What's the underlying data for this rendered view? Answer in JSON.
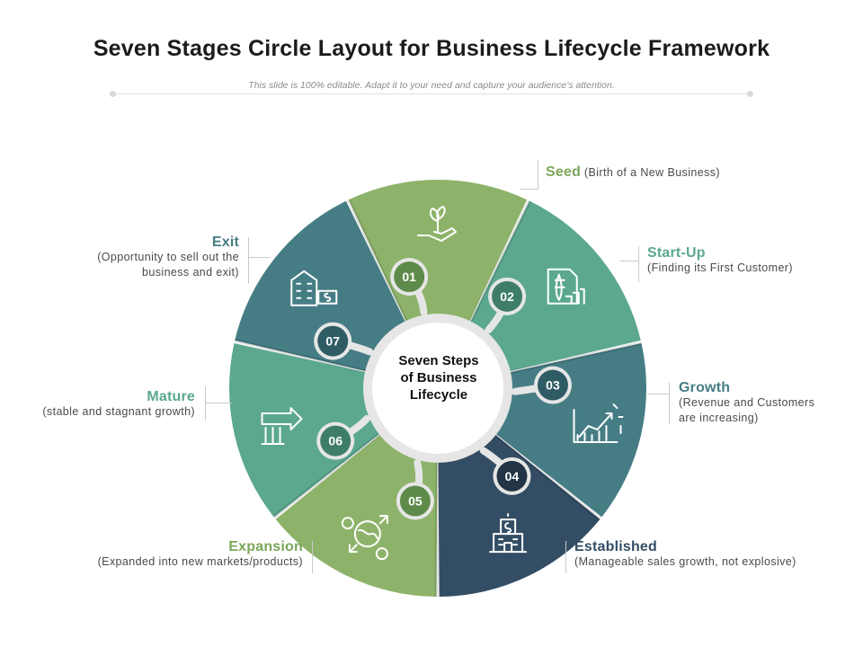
{
  "title": "Seven Stages Circle Layout for Business Lifecycle Framework",
  "subtitle": "This slide is 100% editable. Adapt it to your need and capture your audience’s attention.",
  "center": {
    "line1": "Seven Steps",
    "line2": "of Business",
    "line3": "Lifecycle"
  },
  "stages": [
    {
      "number": "01",
      "name": "Seed",
      "desc": "(Birth  of  a New Business)",
      "color": "#8db36a",
      "badge": "#5e8b4a",
      "icon": "plant-in-hand-icon"
    },
    {
      "number": "02",
      "name": "Start-Up",
      "desc": "(Finding its First Customer)",
      "color": "#5ba88f",
      "badge": "#3f7d6b",
      "icon": "rocket-document-icon"
    },
    {
      "number": "03",
      "name": "Growth",
      "desc1": "(Revenue  and Customers",
      "desc2": "are increasing)",
      "color": "#467d85",
      "badge": "#2f5c64",
      "icon": "growth-chart-icon"
    },
    {
      "number": "04",
      "name": "Established",
      "desc": "(Manageable  sales growth, not explosive)",
      "color": "#334d64",
      "badge": "#223446",
      "icon": "bank-building-icon"
    },
    {
      "number": "05",
      "name": "Expansion",
      "desc": "(Expanded  into  new markets/products)",
      "color": "#8db36a",
      "badge": "#5e8b4a",
      "icon": "globe-money-icon"
    },
    {
      "number": "06",
      "name": "Mature",
      "desc": "(stable and stagnant growth)",
      "color": "#5ba88f",
      "badge": "#3f7d6b",
      "icon": "pillar-arrow-icon"
    },
    {
      "number": "07",
      "name": "Exit",
      "desc1": "(Opportunity  to  sell out the",
      "desc2": "business  and exit)",
      "color": "#467d85",
      "badge": "#2f5c64",
      "icon": "building-money-icon"
    }
  ],
  "colors": {
    "head_green": "#7aa65a",
    "head_teal": "#5ba88f",
    "head_blue": "#467d85",
    "head_navy": "#334d64"
  }
}
